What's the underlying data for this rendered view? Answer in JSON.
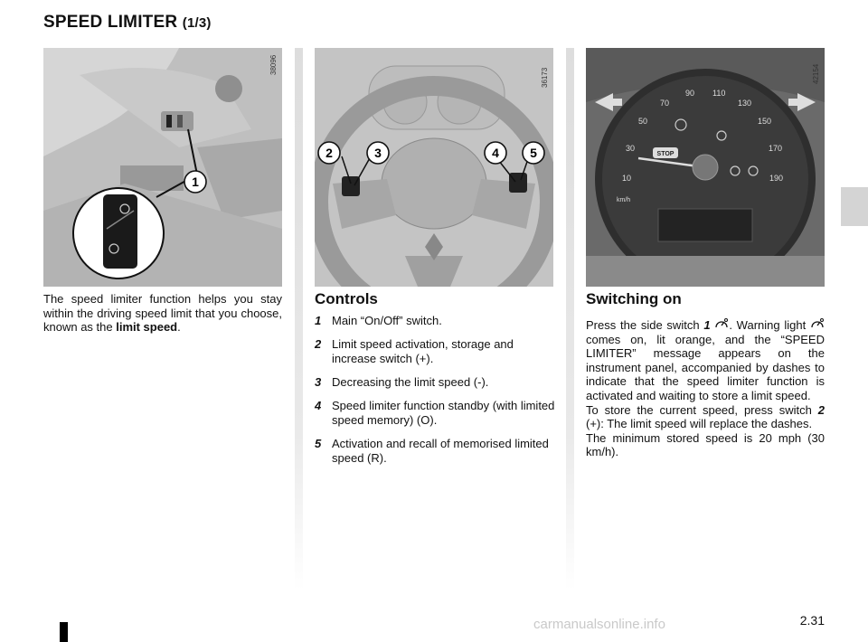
{
  "page": {
    "title": "SPEED LIMITER",
    "title_suffix": "(1/3)",
    "page_number": "2.31",
    "watermark": "carmanualsonline.info"
  },
  "images": [
    {
      "id": "38096",
      "callouts": [
        "1"
      ]
    },
    {
      "id": "36173",
      "callouts": [
        "2",
        "3",
        "4",
        "5"
      ]
    },
    {
      "id": "42154",
      "gauge_labels": [
        "10",
        "30",
        "50",
        "70",
        "90",
        "110",
        "130",
        "150",
        "170",
        "190"
      ],
      "unit": "km/h",
      "stop": "STOP"
    }
  ],
  "col1": {
    "text_before": "The speed limiter function helps you stay within the driving speed limit that you choose, known as the ",
    "text_bold": "limit speed",
    "text_after": "."
  },
  "col2": {
    "heading": "Controls",
    "items": [
      {
        "num": "1",
        "text": "Main “On/Off” switch."
      },
      {
        "num": "2",
        "text": "Limit speed activation, storage and increase switch (+)."
      },
      {
        "num": "3",
        "text": "Decreasing the limit speed (-)."
      },
      {
        "num": "4",
        "text": "Speed limiter function standby (with limited speed memory) (O)."
      },
      {
        "num": "5",
        "text": "Activation and recall of memorised limited speed (R)."
      }
    ]
  },
  "col3": {
    "heading": "Switching on",
    "p1_a": "Press the side switch ",
    "p1_num": "1",
    "p1_b": ". Warning light",
    "p1_c": "comes on, lit orange, and the “SPEED LIMITER” message appears on the instrument panel, accompanied by dashes to indicate that the speed limiter function is activated and waiting to store a limit speed.",
    "p2_a": "To store the current speed, press switch ",
    "p2_num": "2",
    "p2_b": " (+): The limit speed will replace the dashes.",
    "p3": "The minimum stored speed is 20 mph (30 km/h)."
  },
  "colors": {
    "callout_fill": "#ffffff",
    "image_bg": "#bdbdbd",
    "side_tab": "#d4d4d4"
  },
  "icons": [
    "speed-limiter-icon"
  ]
}
